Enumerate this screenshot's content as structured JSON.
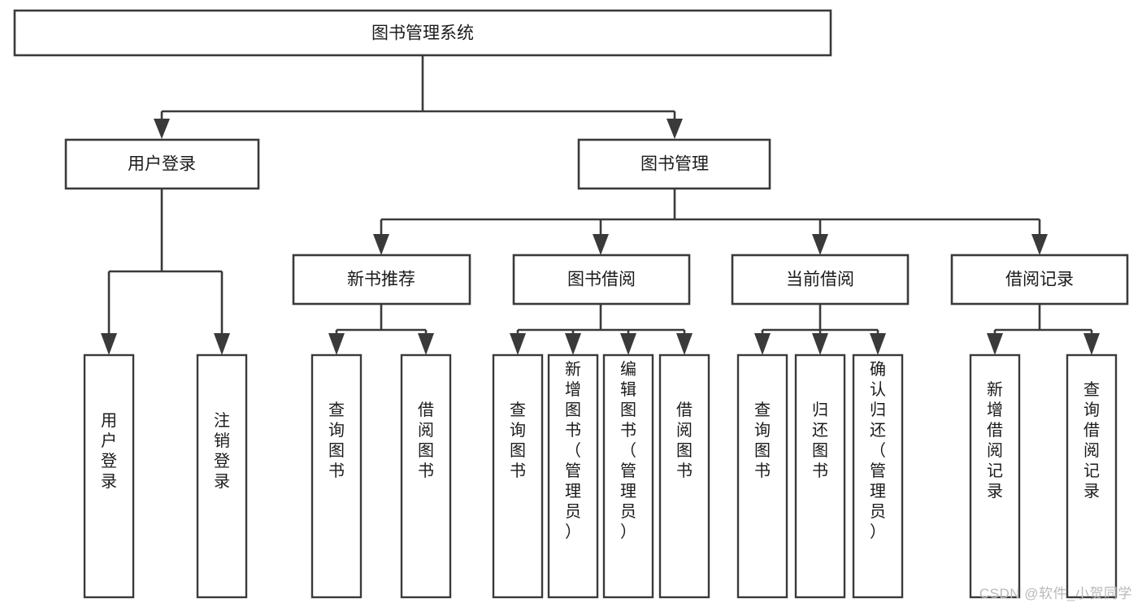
{
  "diagram": {
    "type": "tree",
    "title": "图书管理系统",
    "orientation": "top-down",
    "colors": {
      "box_stroke": "#3a3a3a",
      "box_fill": "#ffffff",
      "text": "#1b1b1b",
      "background": "#ffffff",
      "watermark": "#b9b9b9"
    },
    "root": {
      "label": "图书管理系统"
    },
    "level1": [
      {
        "label": "用户登录"
      },
      {
        "label": "图书管理"
      }
    ],
    "level2": [
      {
        "label": "新书推荐",
        "parent": "图书管理"
      },
      {
        "label": "图书借阅",
        "parent": "图书管理"
      },
      {
        "label": "当前借阅",
        "parent": "图书管理"
      },
      {
        "label": "借阅记录",
        "parent": "图书管理"
      }
    ],
    "leaves": {
      "用户登录": [
        "用户登录",
        "注销登录"
      ],
      "新书推荐": [
        "查询图书",
        "借阅图书"
      ],
      "图书借阅": [
        "查询图书",
        "新增图书（管理员）",
        "编辑图书（管理员）",
        "借阅图书"
      ],
      "当前借阅": [
        "查询图书",
        "归还图书",
        "确认归还（管理员）"
      ],
      "借阅记录": [
        "新增借阅记录",
        "查询借阅记录"
      ]
    }
  },
  "watermark": {
    "text": "CSDN @软件_小贺同学"
  }
}
